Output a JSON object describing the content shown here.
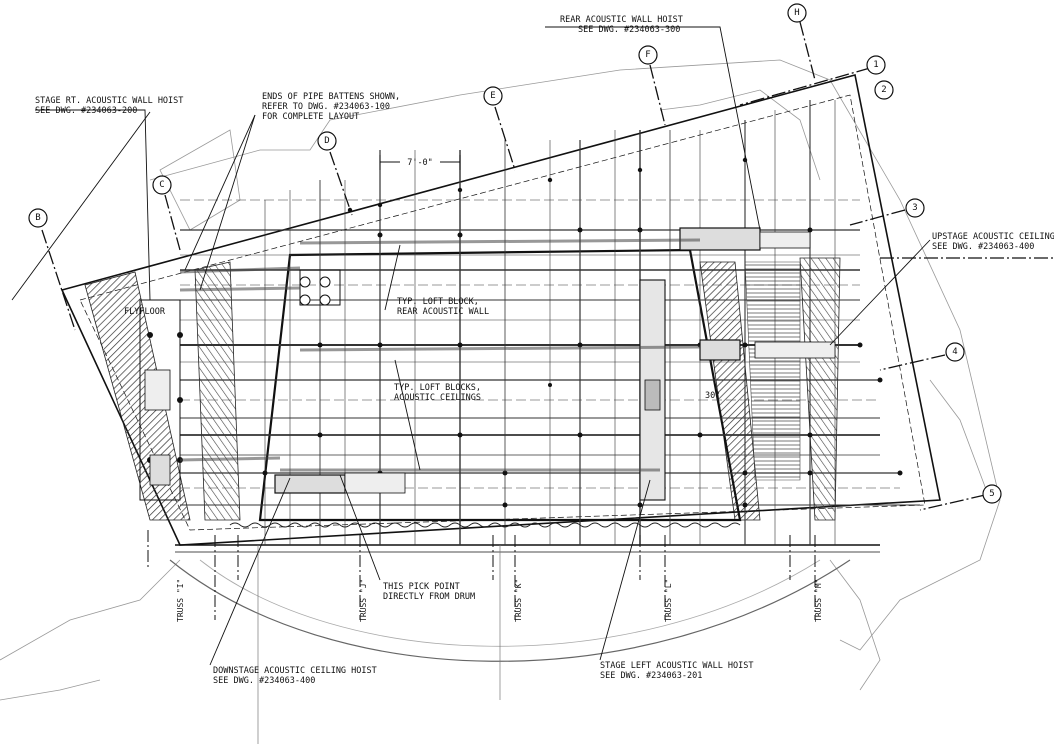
{
  "grid_labels": {
    "B": "B",
    "C": "C",
    "D": "D",
    "E": "E",
    "F": "F",
    "H": "H",
    "n1": "1",
    "n2": "2",
    "n3": "3",
    "n4": "4",
    "n5": "5"
  },
  "notes": {
    "stage_rt_hoist": [
      "STAGE RT. ACOUSTIC WALL HOIST",
      "SEE DWG. #234063-200"
    ],
    "pipe_battens": [
      "ENDS OF PIPE BATTENS SHOWN,",
      "REFER TO DWG. #234063-100",
      "FOR COMPLETE LAYOUT"
    ],
    "rear_hoist": [
      "REAR ACOUSTIC WALL HOIST",
      "SEE DWG. #234063-300"
    ],
    "upstage_hoist": [
      "UPSTAGE ACOUSTIC CEILING HOIST",
      "SEE DWG. #234063-400"
    ],
    "loft_rear": [
      "TYP. LOFT BLOCK,",
      "REAR ACOUSTIC WALL"
    ],
    "loft_ceilings": [
      "TYP. LOFT BLOCKS,",
      "ACOUSTIC CEILINGS"
    ],
    "pick_point": [
      "THIS PICK POINT",
      "DIRECTLY FROM DRUM"
    ],
    "downstage_hoist": [
      "DOWNSTAGE ACOUSTIC CEILING HOIST",
      "SEE DWG. #234063-400"
    ],
    "stage_left_hoist": [
      "STAGE LEFT ACOUSTIC WALL HOIST",
      "SEE DWG. #234063-201"
    ]
  },
  "dimension": "7'-0\"",
  "angle": "30°",
  "small_labels": {
    "flyfloor": "FLYFLOOR"
  },
  "trusses": [
    "TRUSS \"I\"",
    "TRUSS \"J\"",
    "TRUSS \"K\"",
    "TRUSS \"L\"",
    "TRUSS \"M\""
  ]
}
